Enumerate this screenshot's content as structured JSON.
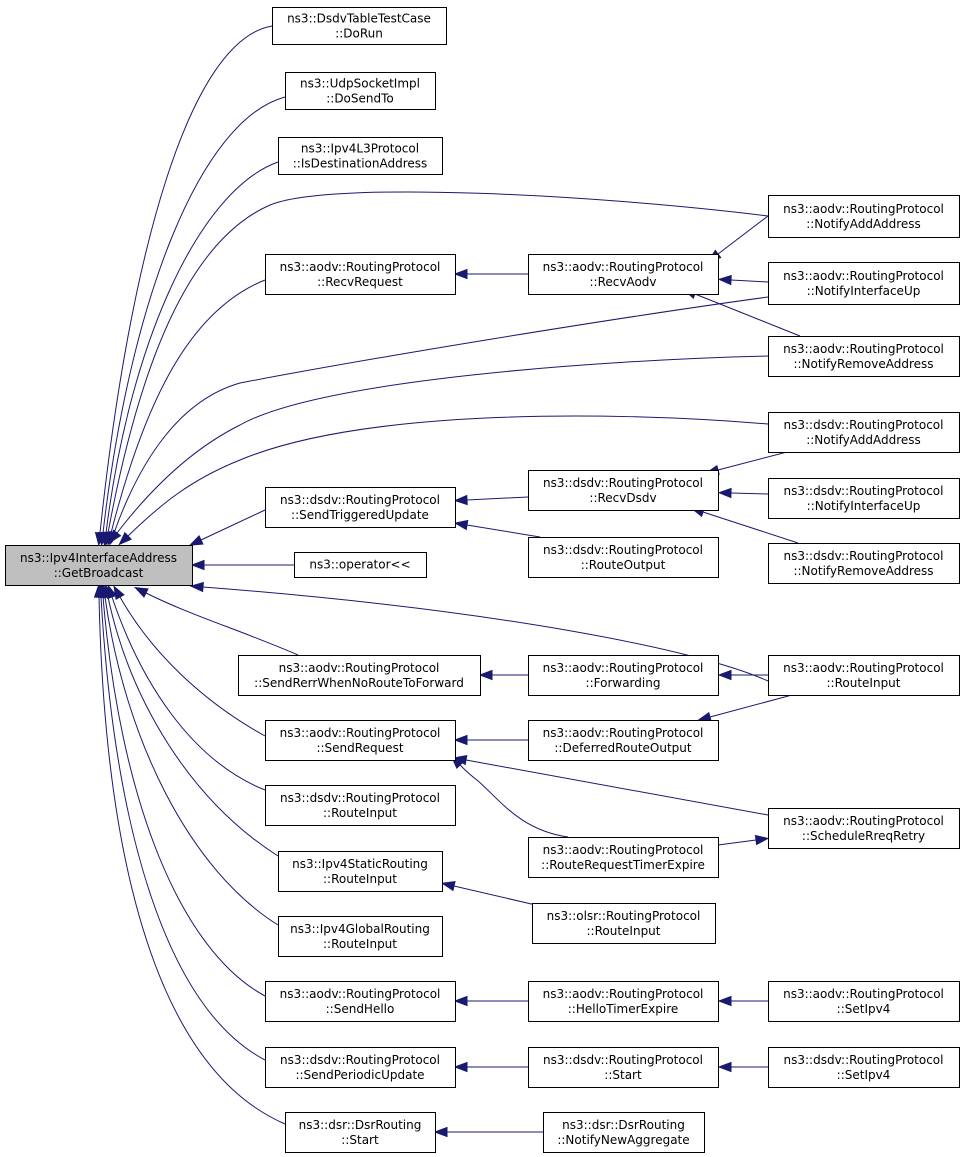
{
  "diagram": {
    "type": "caller-graph",
    "nodes": [
      {
        "id": "root",
        "line1": "ns3::Ipv4InterfaceAddress",
        "line2": "::GetBroadcast",
        "root": true
      },
      {
        "id": "dsdvtc",
        "line1": "ns3::DsdvTableTestCase",
        "line2": "::DoRun"
      },
      {
        "id": "udpsock",
        "line1": "ns3::UdpSocketImpl",
        "line2": "::DoSendTo"
      },
      {
        "id": "ipv4l3",
        "line1": "ns3::Ipv4L3Protocol",
        "line2": "::IsDestinationAddress"
      },
      {
        "id": "aodv_recvreq",
        "line1": "ns3::aodv::RoutingProtocol",
        "line2": "::RecvRequest"
      },
      {
        "id": "aodv_recvaodv",
        "line1": "ns3::aodv::RoutingProtocol",
        "line2": "::RecvAodv"
      },
      {
        "id": "aodv_notifyadd",
        "line1": "ns3::aodv::RoutingProtocol",
        "line2": "::NotifyAddAddress"
      },
      {
        "id": "aodv_notifyup",
        "line1": "ns3::aodv::RoutingProtocol",
        "line2": "::NotifyInterfaceUp"
      },
      {
        "id": "aodv_notifyrem",
        "line1": "ns3::aodv::RoutingProtocol",
        "line2": "::NotifyRemoveAddress"
      },
      {
        "id": "dsdv_notifyadd",
        "line1": "ns3::dsdv::RoutingProtocol",
        "line2": "::NotifyAddAddress"
      },
      {
        "id": "dsdv_recvdsdv",
        "line1": "ns3::dsdv::RoutingProtocol",
        "line2": "::RecvDsdv"
      },
      {
        "id": "dsdv_notifyup",
        "line1": "ns3::dsdv::RoutingProtocol",
        "line2": "::NotifyInterfaceUp"
      },
      {
        "id": "dsdv_sendtrig",
        "line1": "ns3::dsdv::RoutingProtocol",
        "line2": "::SendTriggeredUpdate"
      },
      {
        "id": "dsdv_notifyrem",
        "line1": "ns3::dsdv::RoutingProtocol",
        "line2": "::NotifyRemoveAddress"
      },
      {
        "id": "dsdv_routeout",
        "line1": "ns3::dsdv::RoutingProtocol",
        "line2": "::RouteOutput"
      },
      {
        "id": "op",
        "line1": "ns3::operator<<",
        "line2": ""
      },
      {
        "id": "aodv_sendrerr",
        "line1": "ns3::aodv::RoutingProtocol",
        "line2": "::SendRerrWhenNoRouteToForward"
      },
      {
        "id": "aodv_forwarding",
        "line1": "ns3::aodv::RoutingProtocol",
        "line2": "::Forwarding"
      },
      {
        "id": "aodv_routein",
        "line1": "ns3::aodv::RoutingProtocol",
        "line2": "::RouteInput"
      },
      {
        "id": "aodv_sendreq",
        "line1": "ns3::aodv::RoutingProtocol",
        "line2": "::SendRequest"
      },
      {
        "id": "aodv_deferred",
        "line1": "ns3::aodv::RoutingProtocol",
        "line2": "::DeferredRouteOutput"
      },
      {
        "id": "aodv_sched",
        "line1": "ns3::aodv::RoutingProtocol",
        "line2": "::ScheduleRreqRetry"
      },
      {
        "id": "dsdv_routein",
        "line1": "ns3::dsdv::RoutingProtocol",
        "line2": "::RouteInput"
      },
      {
        "id": "aodv_rrte",
        "line1": "ns3::aodv::RoutingProtocol",
        "line2": "::RouteRequestTimerExpire"
      },
      {
        "id": "ipv4static",
        "line1": "ns3::Ipv4StaticRouting",
        "line2": "::RouteInput"
      },
      {
        "id": "olsr_routein",
        "line1": "ns3::olsr::RoutingProtocol",
        "line2": "::RouteInput"
      },
      {
        "id": "ipv4global",
        "line1": "ns3::Ipv4GlobalRouting",
        "line2": "::RouteInput"
      },
      {
        "id": "aodv_sendhello",
        "line1": "ns3::aodv::RoutingProtocol",
        "line2": "::SendHello"
      },
      {
        "id": "aodv_hte",
        "line1": "ns3::aodv::RoutingProtocol",
        "line2": "::HelloTimerExpire"
      },
      {
        "id": "aodv_setipv4",
        "line1": "ns3::aodv::RoutingProtocol",
        "line2": "::SetIpv4"
      },
      {
        "id": "dsdv_sendper",
        "line1": "ns3::dsdv::RoutingProtocol",
        "line2": "::SendPeriodicUpdate"
      },
      {
        "id": "dsdv_start",
        "line1": "ns3::dsdv::RoutingProtocol",
        "line2": "::Start"
      },
      {
        "id": "dsdv_setipv4",
        "line1": "ns3::dsdv::RoutingProtocol",
        "line2": "::SetIpv4"
      },
      {
        "id": "dsr_start",
        "line1": "ns3::dsr::DsrRouting",
        "line2": "::Start"
      },
      {
        "id": "dsr_notify",
        "line1": "ns3::dsr::DsrRouting",
        "line2": "::NotifyNewAggregate"
      }
    ],
    "edges": [
      {
        "from": "dsdvtc",
        "to": "root"
      },
      {
        "from": "udpsock",
        "to": "root"
      },
      {
        "from": "ipv4l3",
        "to": "root"
      },
      {
        "from": "aodv_notifyadd",
        "to": "root"
      },
      {
        "from": "aodv_recvreq",
        "to": "root"
      },
      {
        "from": "aodv_notifyup",
        "to": "root"
      },
      {
        "from": "aodv_notifyrem",
        "to": "root"
      },
      {
        "from": "dsdv_notifyadd",
        "to": "root"
      },
      {
        "from": "dsdv_sendtrig",
        "to": "root"
      },
      {
        "from": "op",
        "to": "root"
      },
      {
        "from": "aodv_routein",
        "to": "root"
      },
      {
        "from": "aodv_sendrerr",
        "to": "root"
      },
      {
        "from": "aodv_sendreq",
        "to": "root"
      },
      {
        "from": "dsdv_routein",
        "to": "root"
      },
      {
        "from": "ipv4static",
        "to": "root"
      },
      {
        "from": "ipv4global",
        "to": "root"
      },
      {
        "from": "aodv_sendhello",
        "to": "root"
      },
      {
        "from": "dsdv_sendper",
        "to": "root"
      },
      {
        "from": "dsr_start",
        "to": "root"
      },
      {
        "from": "aodv_recvaodv",
        "to": "aodv_recvreq"
      },
      {
        "from": "aodv_notifyadd",
        "to": "aodv_recvaodv"
      },
      {
        "from": "aodv_notifyup",
        "to": "aodv_recvaodv"
      },
      {
        "from": "aodv_notifyrem",
        "to": "aodv_recvaodv"
      },
      {
        "from": "dsdv_recvdsdv",
        "to": "dsdv_sendtrig"
      },
      {
        "from": "dsdv_routeout",
        "to": "dsdv_sendtrig"
      },
      {
        "from": "dsdv_notifyadd",
        "to": "dsdv_recvdsdv"
      },
      {
        "from": "dsdv_notifyup",
        "to": "dsdv_recvdsdv"
      },
      {
        "from": "dsdv_notifyrem",
        "to": "dsdv_recvdsdv"
      },
      {
        "from": "aodv_forwarding",
        "to": "aodv_sendrerr"
      },
      {
        "from": "aodv_routein",
        "to": "aodv_forwarding"
      },
      {
        "from": "aodv_deferred",
        "to": "aodv_sendreq"
      },
      {
        "from": "aodv_routein",
        "to": "aodv_deferred"
      },
      {
        "from": "aodv_sched",
        "to": "aodv_sendreq"
      },
      {
        "from": "aodv_rrte",
        "to": "aodv_sendreq"
      },
      {
        "from": "aodv_rrte",
        "to": "aodv_sched"
      },
      {
        "from": "olsr_routein",
        "to": "ipv4static"
      },
      {
        "from": "aodv_hte",
        "to": "aodv_sendhello"
      },
      {
        "from": "aodv_setipv4",
        "to": "aodv_hte"
      },
      {
        "from": "dsdv_start",
        "to": "dsdv_sendper"
      },
      {
        "from": "dsdv_setipv4",
        "to": "dsdv_start"
      },
      {
        "from": "dsr_notify",
        "to": "dsr_start"
      }
    ]
  },
  "colors": {
    "edge": "#191970",
    "root_fill": "#bfbfbf",
    "node_fill": "#ffffff",
    "node_stroke": "#000000"
  }
}
